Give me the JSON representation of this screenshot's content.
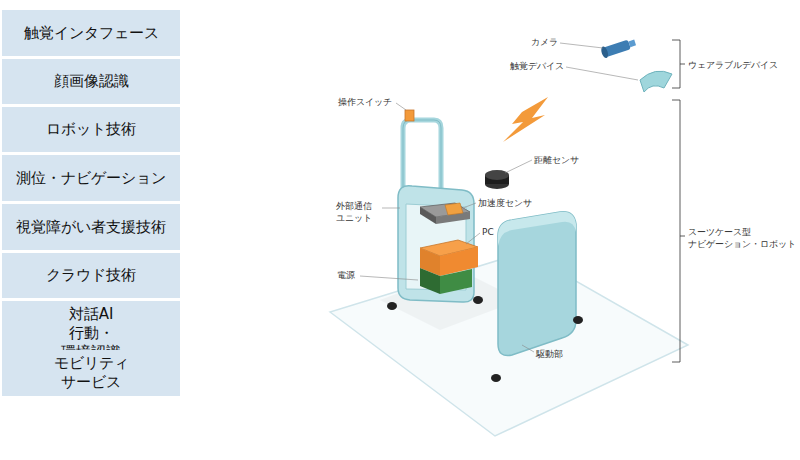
{
  "diagram": {
    "nodes": [
      {
        "text": [
          "触覚インタフェース"
        ]
      },
      {
        "text": [
          "顔画像認識"
        ]
      },
      {
        "text": [
          "ロボット技術"
        ]
      },
      {
        "text": [
          "測位・ナビゲーション"
        ]
      },
      {
        "text": [
          "視覚障がい者支援技術"
        ]
      },
      {
        "text": [
          "クラウド技術"
        ]
      },
      {
        "text": [
          "対話AI 行動・環境認識"
        ]
      },
      {
        "text": [
          "モビリティ サービス"
        ]
      }
    ],
    "labels": [
      "カメラ",
      "触覚デバイス",
      "ウェアラブルデバイス",
      "操作スイッチ",
      "距離センサ",
      "外部通信 ユニット",
      "加速度センサ",
      "PC",
      "電源",
      "駆動部",
      "スーツケース型 ナビゲーション・ロボット"
    ]
  }
}
